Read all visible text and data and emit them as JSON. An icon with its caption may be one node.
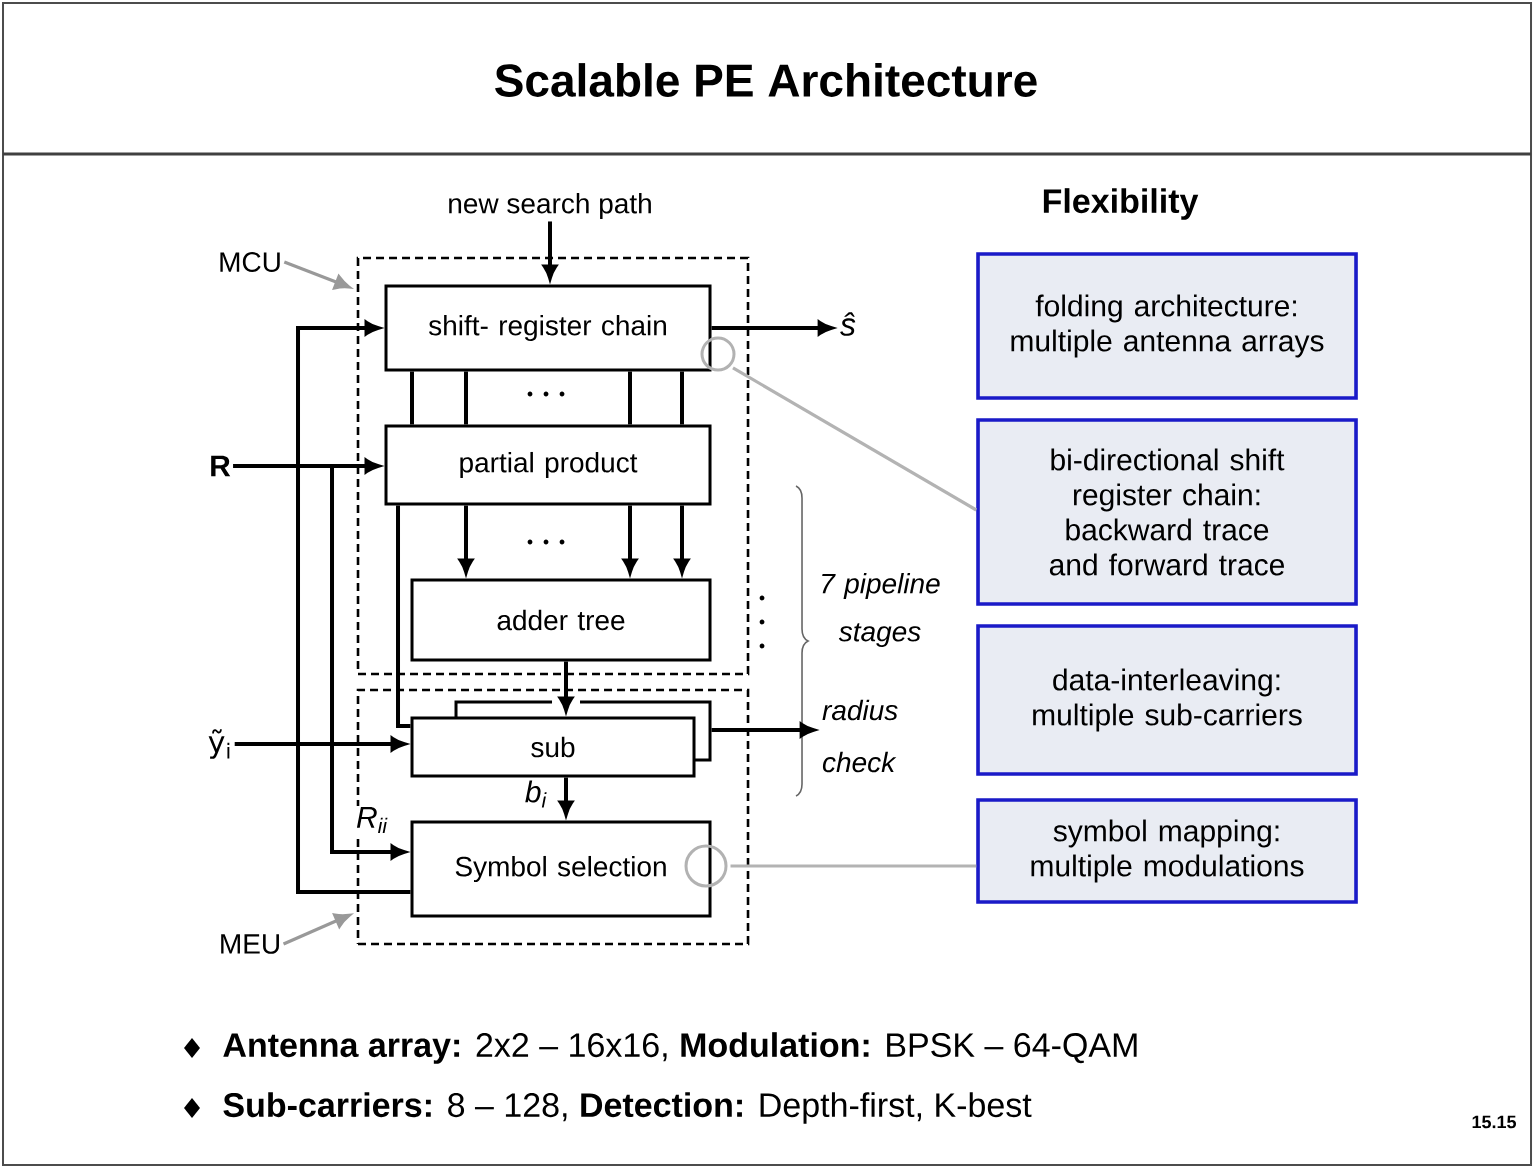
{
  "diagram": {
    "title": "Scalable PE Architecture",
    "nodes": [
      {
        "text": [],
        "shape": "box"
      },
      {
        "text": [
          "shift- register chain"
        ],
        "in": 0
      },
      {
        "text": [
          "partial product"
        ],
        "in": 0
      },
      {
        "text": [
          "adder tree"
        ],
        "in": 0
      },
      {
        "text": [],
        "shape": "box"
      },
      {
        "text": [
          "sub"
        ],
        "in": 4
      },
      {
        "text": [
          "Symbol selection"
        ],
        "in": 4
      },
      {
        "text": [
          "new search path"
        ]
      },
      {
        "text": [
          "ŝ"
        ]
      },
      {
        "text": [
          "R"
        ]
      },
      {
        "text": [
          "ỹ$_{i}$"
        ]
      },
      {
        "text": [
          "MCU"
        ]
      },
      {
        "text": [
          "MEU"
        ]
      },
      {
        "text": [
          "radius check"
        ]
      },
      {
        "text": [
          "folding architecture: multiple antenna arrays"
        ]
      },
      {
        "text": [
          "bi-directional  shift register chain: backward trace and forward trace"
        ]
      },
      {
        "text": [
          "data-interleaving: multiple sub-carriers"
        ]
      },
      {
        "text": [
          "symbol mapping: multiple modulations"
        ]
      },
      {
        "text": [],
        "shape": "circle",
        "in": 0
      },
      {
        "text": [],
        "shape": "circle",
        "in": 4
      }
    ],
    "edges": [
      {
        "from": 7,
        "to": 1,
        "arrow": "to"
      },
      {
        "from": 1,
        "to": 8,
        "arrow": "to"
      },
      {
        "from": 1,
        "to": 2,
        "arrow": "none"
      },
      {
        "from": 1,
        "to": 2,
        "arrow": "none"
      },
      {
        "from": 1,
        "to": 2,
        "arrow": "none"
      },
      {
        "from": 1,
        "to": 2,
        "arrow": "none"
      },
      {
        "from": 2,
        "to": 3,
        "arrow": "to"
      },
      {
        "from": 2,
        "to": 3,
        "arrow": "to"
      },
      {
        "from": 2,
        "to": 3,
        "arrow": "to"
      },
      {
        "from": 3,
        "to": 5,
        "arrow": "to"
      },
      {
        "from": 9,
        "to": 2,
        "arrow": "to"
      },
      {
        "from": 9,
        "to": 6,
        "arrow": "to",
        "label": "R$_{ii}$"
      },
      {
        "from": 10,
        "to": 5,
        "arrow": "to"
      },
      {
        "from": 5,
        "to": 6,
        "arrow": "to",
        "label": "b$_{i}$"
      },
      {
        "from": 5,
        "to": 13,
        "arrow": "to"
      },
      {
        "from": 6,
        "to": 1,
        "arrow": "to"
      },
      {
        "from": 2,
        "to": 5,
        "arrow": "none"
      },
      {
        "from": 11,
        "to": 0,
        "arrow": "to",
        "color": "#999999"
      },
      {
        "from": 12,
        "to": 4,
        "arrow": "to",
        "color": "#999999"
      },
      {
        "from": 15,
        "to": 18,
        "arrow": "none",
        "color": "#b3b3b3"
      },
      {
        "from": 17,
        "to": 19,
        "arrow": "none",
        "color": "#b3b3b3"
      }
    ],
    "labels": [
      "Flexibility",
      "7 pipeline stages",
      "**Antenna array:** 2x2 – 16x16, **Modulation:** BPSK – 64-QAM",
      "**Sub-carriers:** 8 – 128, **Detection:** Depth-first, K-best",
      "15.15"
    ]
  }
}
